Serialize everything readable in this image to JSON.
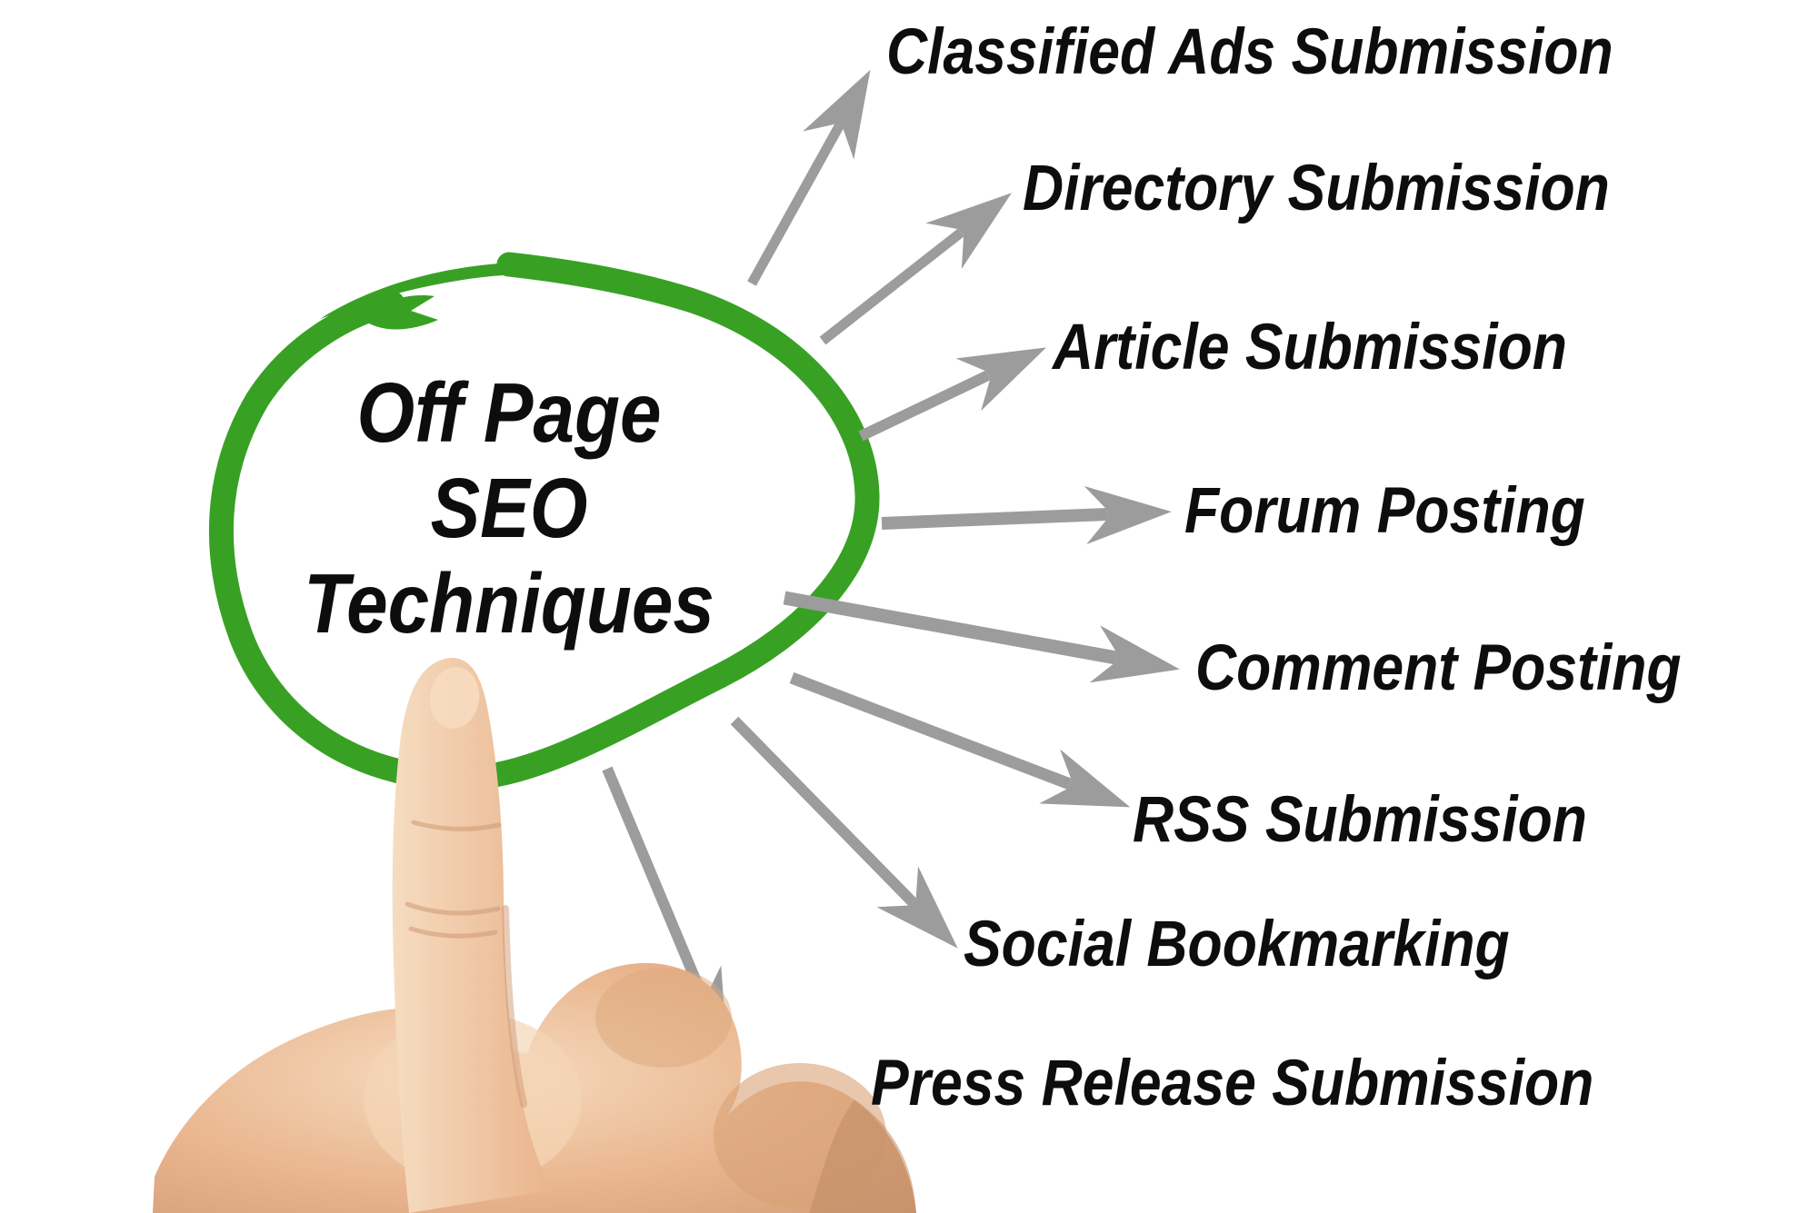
{
  "title": {
    "line1": "Off Page",
    "line2": "SEO",
    "line3": "Techniques"
  },
  "labels": {
    "classified": "Classified Ads Submission",
    "directory": "Directory Submission",
    "article": "Article Submission",
    "forum": "Forum Posting",
    "comment": "Comment Posting",
    "rss": "RSS Submission",
    "social": "Social Bookmarking",
    "press": "Press Release Submission"
  },
  "colors": {
    "circle_green": "#38a124",
    "arrow_gray": "#9c9c9c",
    "text_black": "#0d0d0d",
    "skin_light": "#f6dcc0",
    "skin_mid": "#e9b48d",
    "skin_shadow": "#cf9a74",
    "skin_deep": "#c08a62",
    "nail": "#f7dcc0"
  },
  "icons": {
    "circle": "hand-drawn-circle",
    "arrow": "arrow-connector",
    "hand": "pointing-hand"
  }
}
